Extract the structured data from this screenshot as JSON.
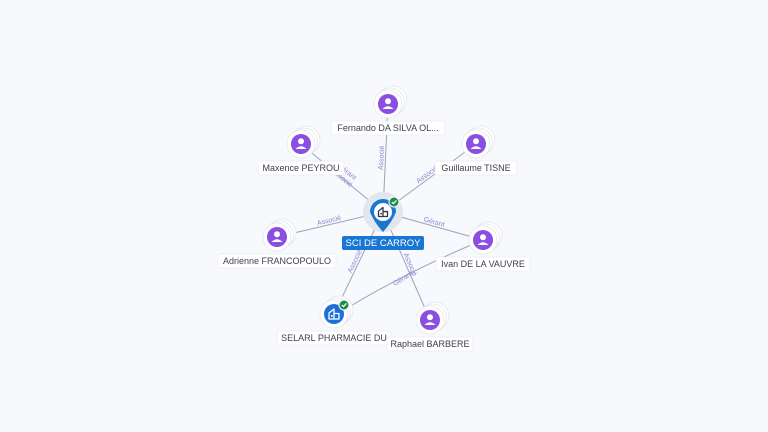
{
  "colors": {
    "person": "#8a4fe0",
    "company": "#1e70d8",
    "center": "#1976d2",
    "verified": "#1f8b4c",
    "edge": "#9aa3b8",
    "edge_label": "#8a84d6"
  },
  "center": {
    "name": "SCI DE CARROY",
    "icon": "building-icon",
    "verified": true
  },
  "nodes": [
    {
      "id": "fernando",
      "name": "Fernando DA SILVA OL...",
      "kind": "person",
      "icon": "person-icon"
    },
    {
      "id": "maxence",
      "name": "Maxence PEYROU",
      "kind": "person",
      "icon": "person-icon"
    },
    {
      "id": "guillaume",
      "name": "Guillaume TISNE",
      "kind": "person",
      "icon": "person-icon"
    },
    {
      "id": "adrienne",
      "name": "Adrienne FRANCOPOULO",
      "kind": "person",
      "icon": "person-icon"
    },
    {
      "id": "ivan",
      "name": "Ivan DE LA VAUVRE",
      "kind": "person",
      "icon": "person-icon"
    },
    {
      "id": "selarl",
      "name": "SELARL PHARMACIE DU",
      "kind": "company",
      "icon": "building-icon",
      "verified": true
    },
    {
      "id": "raphael",
      "name": "Raphael BARBERE",
      "kind": "person",
      "icon": "person-icon"
    }
  ],
  "edges": [
    {
      "from": "fernando",
      "to": "center",
      "labels": [
        "Associé"
      ]
    },
    {
      "from": "maxence",
      "to": "center",
      "labels": [
        "Gérant",
        "Associé"
      ]
    },
    {
      "from": "guillaume",
      "to": "center",
      "labels": [
        "Associé"
      ]
    },
    {
      "from": "adrienne",
      "to": "center",
      "labels": [
        "Associé"
      ]
    },
    {
      "from": "ivan",
      "to": "center",
      "labels": [
        "Gérant"
      ]
    },
    {
      "from": "selarl",
      "to": "center",
      "labels": [
        "Associé"
      ]
    },
    {
      "from": "raphael",
      "to": "center",
      "labels": [
        "Associé"
      ]
    },
    {
      "from": "ivan",
      "to": "selarl",
      "labels": [
        "Gérant"
      ]
    }
  ]
}
